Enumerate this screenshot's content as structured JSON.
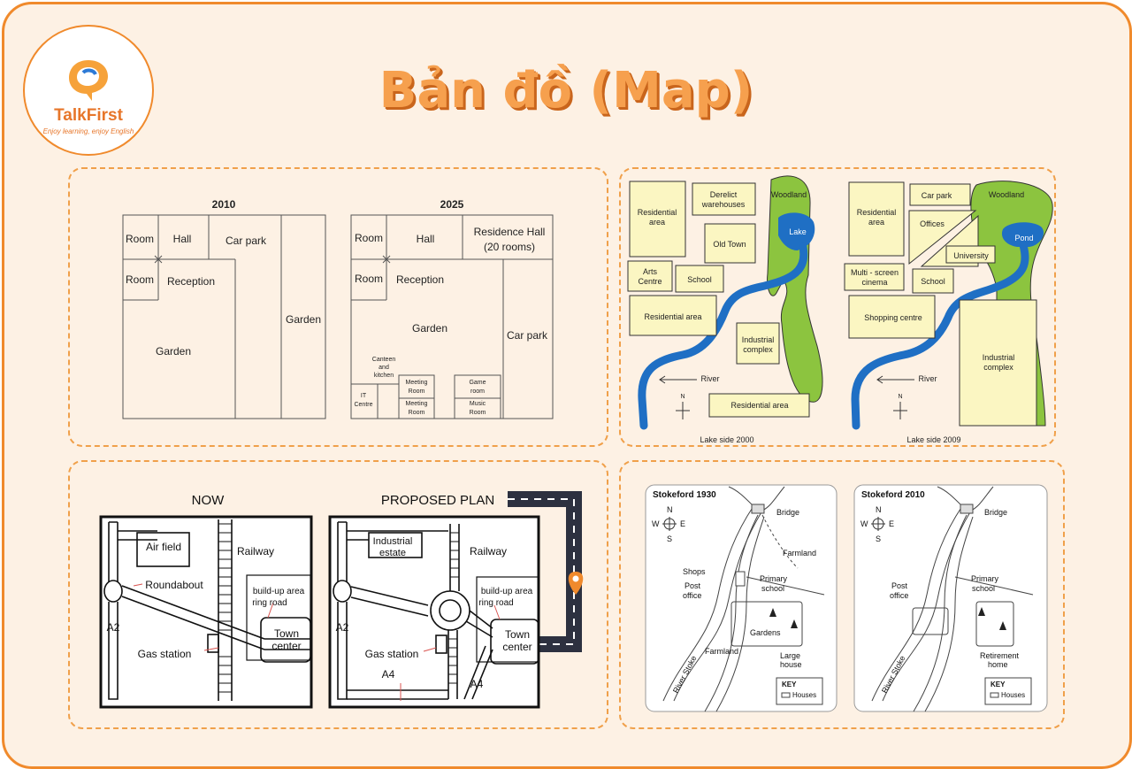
{
  "logo": {
    "brand": "TalkFirst",
    "tagline": "Enjoy learning, enjoy English"
  },
  "title": "Bản đồ (Map)",
  "plan_2010": {
    "year": "2010",
    "labels": {
      "room1": "Room",
      "hall": "Hall",
      "car_park": "Car park",
      "room2": "Room",
      "reception": "Reception",
      "garden": "Garden",
      "garden_right": "Garden"
    }
  },
  "plan_2025": {
    "year": "2025",
    "labels": {
      "room1": "Room",
      "hall": "Hall",
      "residence1": "Residence Hall",
      "residence2": "(20 rooms)",
      "room2": "Room",
      "reception": "Reception",
      "garden": "Garden",
      "car_park": "Car park",
      "canteen1": "Canteen",
      "canteen2": "and",
      "canteen3": "kitchen",
      "it1": "IT",
      "it2": "Centre",
      "meeting": "Meeting",
      "room": "Room",
      "game": "Game",
      "game_room": "room",
      "music": "Music"
    }
  },
  "lake_2000": {
    "caption": "Lake side 2000",
    "labels": {
      "res1": "Residential",
      "res1b": "area",
      "derelict1": "Derelict",
      "derelict2": "warehouses",
      "woodland": "Woodland",
      "lake": "Lake",
      "old_town": "Old Town",
      "arts1": "Arts",
      "arts2": "Centre",
      "school": "School",
      "res2": "Residential area",
      "ind1": "Industrial",
      "ind2": "complex",
      "river": "River",
      "north": "N",
      "res3": "Residential area"
    }
  },
  "lake_2009": {
    "caption": "Lake side 2009",
    "labels": {
      "res1": "Residential",
      "res1b": "area",
      "car_park": "Car park",
      "woodland": "Woodland",
      "offices": "Offices",
      "pond": "Pond",
      "university": "University",
      "cinema1": "Multi - screen",
      "cinema2": "cinema",
      "school": "School",
      "shopping": "Shopping centre",
      "ind1": "Industrial",
      "ind2": "complex",
      "river": "River",
      "north": "N"
    }
  },
  "now": {
    "title": "NOW",
    "labels": {
      "airfield": "Air field",
      "railway": "Railway",
      "roundabout": "Roundabout",
      "buildup1": "build-up area",
      "buildup2": "ring road",
      "a2": "A2",
      "town1": "Town",
      "town2": "center",
      "gas": "Gas station"
    }
  },
  "proposed": {
    "title": "PROPOSED PLAN",
    "labels": {
      "ind1": "Industrial",
      "ind2": "estate",
      "railway": "Railway",
      "buildup1": "build-up area",
      "buildup2": "ring road",
      "a2": "A2",
      "town1": "Town",
      "town2": "center",
      "gas": "Gas station",
      "a4": "A4",
      "a4b": "A4"
    }
  },
  "stokeford_1930": {
    "title": "Stokeford 1930",
    "labels": {
      "n": "N",
      "w": "W",
      "e": "E",
      "s": "S",
      "bridge": "Bridge",
      "farmland": "Farmland",
      "shops": "Shops",
      "post1": "Post",
      "post2": "office",
      "primary1": "Primary",
      "primary2": "school",
      "gardens": "Gardens",
      "farmland2": "Farmland",
      "large1": "Large",
      "large2": "house",
      "river": "River Stoke",
      "key": "KEY",
      "houses": "Houses"
    }
  },
  "stokeford_2010": {
    "title": "Stokeford 2010",
    "labels": {
      "n": "N",
      "w": "W",
      "e": "E",
      "s": "S",
      "bridge": "Bridge",
      "post1": "Post",
      "post2": "office",
      "primary1": "Primary",
      "primary2": "school",
      "retire1": "Retirement",
      "retire2": "home",
      "river": "River Stoke",
      "key": "KEY",
      "houses": "Houses"
    }
  },
  "colors": {
    "accent": "#f08a2c",
    "river": "#1f6fc4",
    "woodland": "#8cc43f",
    "building": "#fbf6c2"
  }
}
